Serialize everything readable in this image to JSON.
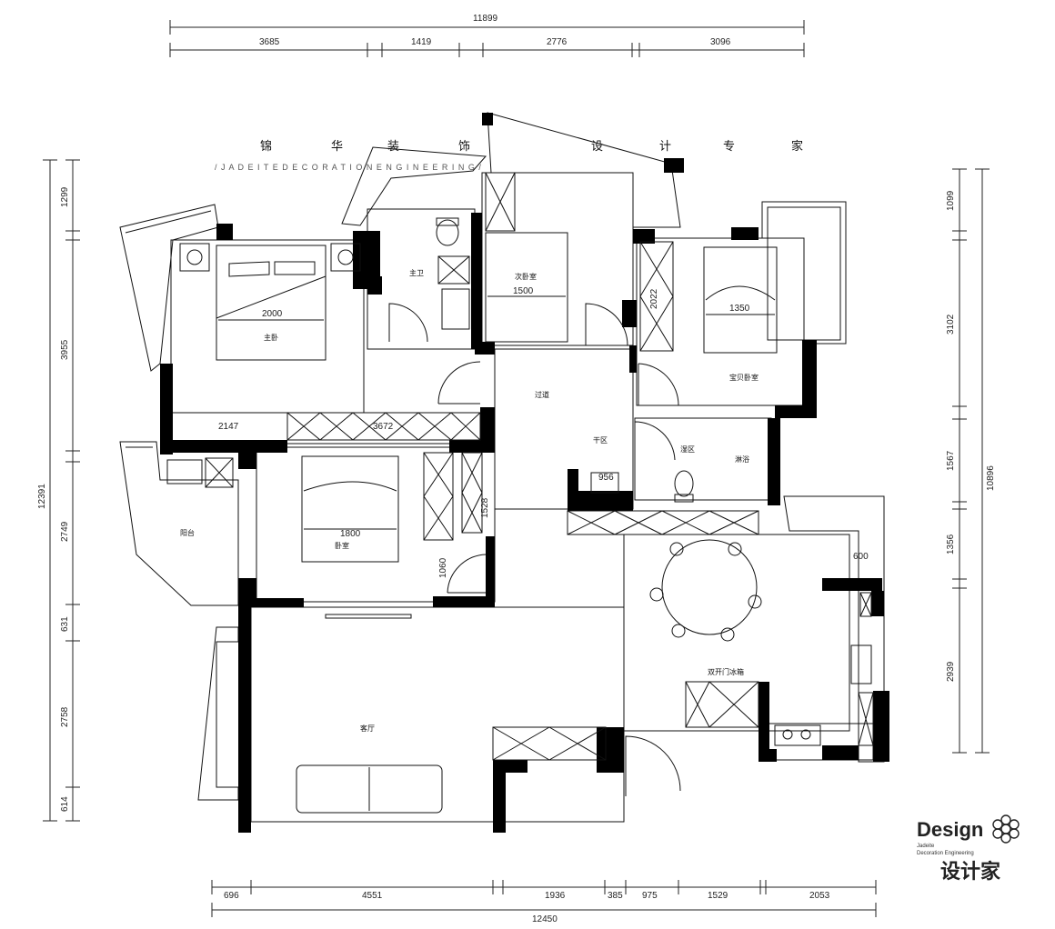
{
  "header": {
    "title_chars": [
      "锦",
      "华",
      "装",
      "饰",
      "设",
      "计",
      "专",
      "家"
    ],
    "subtitle": "/ J A D E I T E   D E C O R A T I O N   E N G I N E E R I N G /"
  },
  "dimensions": {
    "top_total": "11899",
    "top": [
      "3685",
      "1419",
      "2776",
      "3096"
    ],
    "bottom_total": "12450",
    "bottom": [
      "696",
      "4551",
      "1936",
      "385",
      "975",
      "1529",
      "2053"
    ],
    "left_total": "12391",
    "left": [
      "1299",
      "3955",
      "2749",
      "631",
      "2758",
      "614"
    ],
    "right_total": "10896",
    "right": [
      "1099",
      "3102",
      "1567",
      "1356",
      "2939"
    ]
  },
  "rooms": {
    "master_bedroom": "主卧",
    "master_bath": "主卫",
    "second_bedroom": "次卧室",
    "baby_room": "宝贝卧室",
    "corridor": "过道",
    "dry_area": "干区",
    "wet_area": "湿区",
    "shower": "淋浴",
    "bedroom": "卧室",
    "balcony": "阳台",
    "living_room": "客厅",
    "fridge": "双开门冰箱"
  },
  "furniture_dims": {
    "master_bed": "2000",
    "second_bed": "1500",
    "baby_bed": "1350",
    "baby_wardrobe": "2022",
    "bedroom_bed": "1800",
    "bedroom_wardrobe": "1528",
    "bedroom_door": "1060",
    "master_corridor": "2147",
    "cabinet_run": "3672",
    "vanity": "956",
    "kitchen_counter": "600"
  },
  "logo": {
    "word": "Design",
    "line1": "Jadeite",
    "line2": "Decoration Engineering",
    "brand": "设计家"
  }
}
